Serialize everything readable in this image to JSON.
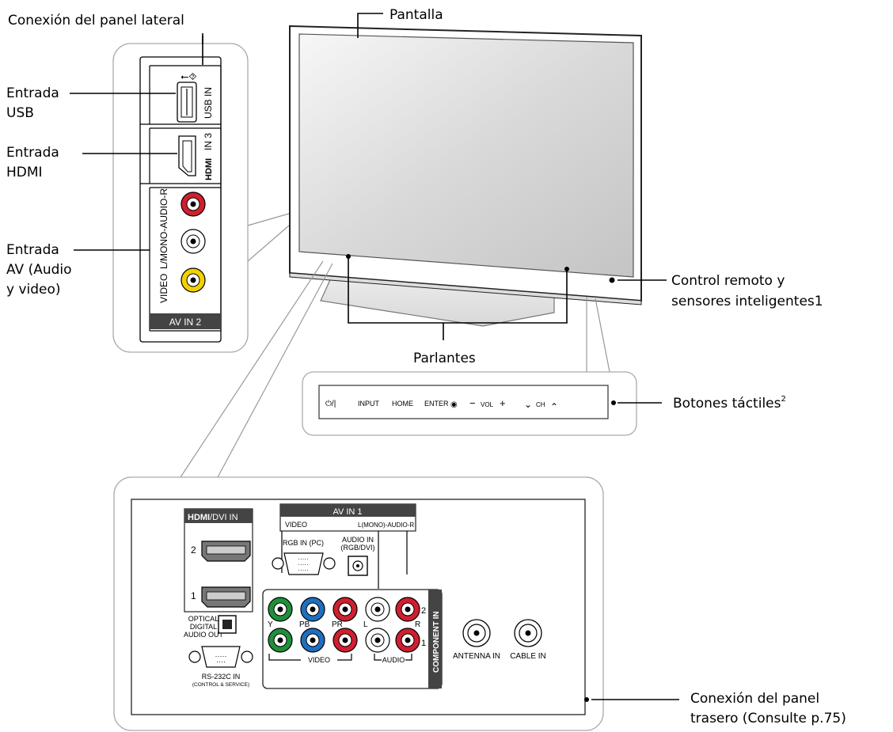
{
  "labels": {
    "side_panel": "Conexión  del panel lateral",
    "usb_in": [
      "Entrada",
      "USB"
    ],
    "hdmi_in": [
      "Entrada",
      "HDMI"
    ],
    "av_in": [
      "Entrada",
      "AV (Audio",
      "y video)"
    ],
    "screen": "Pantalla",
    "remote_sensor": [
      "Control remoto y",
      "sensores inteligentes1"
    ],
    "speakers": "Parlantes",
    "touch_buttons": "Botones táctiles",
    "touch_buttons_sup": "2",
    "rear_panel": [
      "Conexión  del panel",
      "trasero (Consulte p.75)"
    ]
  },
  "side_panel": {
    "usb_label": "USB IN",
    "hdmi_label": "IN 3",
    "hdmi_logo": "HDMI",
    "audio_label": "L/MONO-AUDIO-R",
    "video_label": "VIDEO",
    "av_label": "AV IN 2"
  },
  "touch_panel": {
    "power": "⏻/|",
    "input": "INPUT",
    "home": "HOME",
    "enter": "ENTER",
    "enter_icon": "◉",
    "vol_minus": "−",
    "vol": "VOL",
    "vol_plus": "+",
    "ch_down": "⌄",
    "ch": "CH",
    "ch_up": "⌃"
  },
  "rear_panel": {
    "hdmi_dvi": "HDMI/DVI IN",
    "hdmi_logo": "HDMI",
    "hdmi_dvi_suffix": "/DVI IN",
    "hdmi_2": "2",
    "hdmi_1": "1",
    "optical": [
      "OPTICAL",
      "DIGITAL",
      "AUDIO OUT"
    ],
    "rs232": [
      "RS-232C IN",
      "(CONTROL & SERVICE)"
    ],
    "av_in_1": "AV IN 1",
    "av_video": "VIDEO",
    "av_audio": "L(MONO)-AUDIO-R",
    "rgb_in": "RGB IN (PC)",
    "audio_in": [
      "AUDIO IN",
      "(RGB/DVI)"
    ],
    "component_in": "COMPONENT IN",
    "y": "Y",
    "pb": "PB",
    "pr": "PR",
    "l": "L",
    "r": "R",
    "row2": "2",
    "row1": "1",
    "video_bracket": "VIDEO",
    "audio_bracket": "AUDIO",
    "antenna_in": "ANTENNA IN",
    "cable_in": "CABLE IN"
  },
  "colors": {
    "green": "#1f8f3a",
    "blue": "#1f6fc0",
    "red": "#d01f2f",
    "yellow": "#f2d100",
    "white": "#ffffff"
  }
}
